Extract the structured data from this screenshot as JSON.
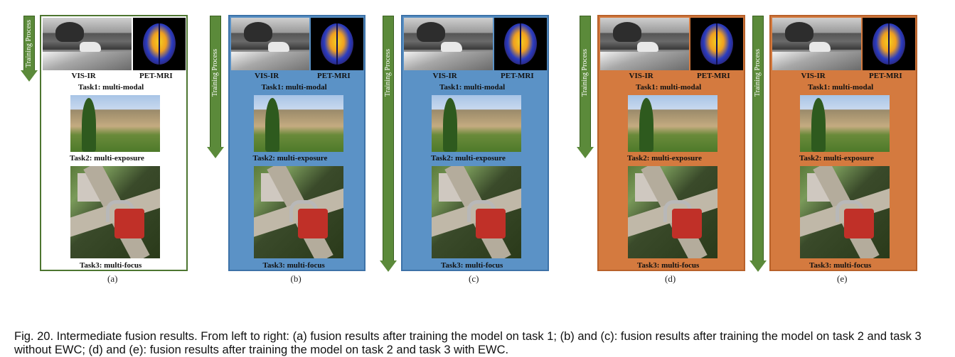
{
  "figure": {
    "arrow_label": "Training Process",
    "labels": {
      "vis_ir": "VIS-IR",
      "pet_mri": "PET-MRI",
      "task1": "Task1: multi-modal",
      "task2": "Task2: multi-exposure",
      "task3": "Task3: multi-focus"
    },
    "subfigures": [
      "(a)",
      "(b)",
      "(c)",
      "(d)",
      "(e)"
    ],
    "colors": {
      "white_border": "#4d7530",
      "blue": "#5b92c6",
      "orange": "#d47a3f",
      "arrow": "#5b8a3a"
    }
  },
  "caption": "Fig. 20. Intermediate fusion results. From left to right: (a) fusion results after training the model on task 1; (b) and (c): fusion results after training the model on task 2 and task 3 without EWC; (d) and (e): fusion results after training the model on task 2 and task 3 with EWC."
}
